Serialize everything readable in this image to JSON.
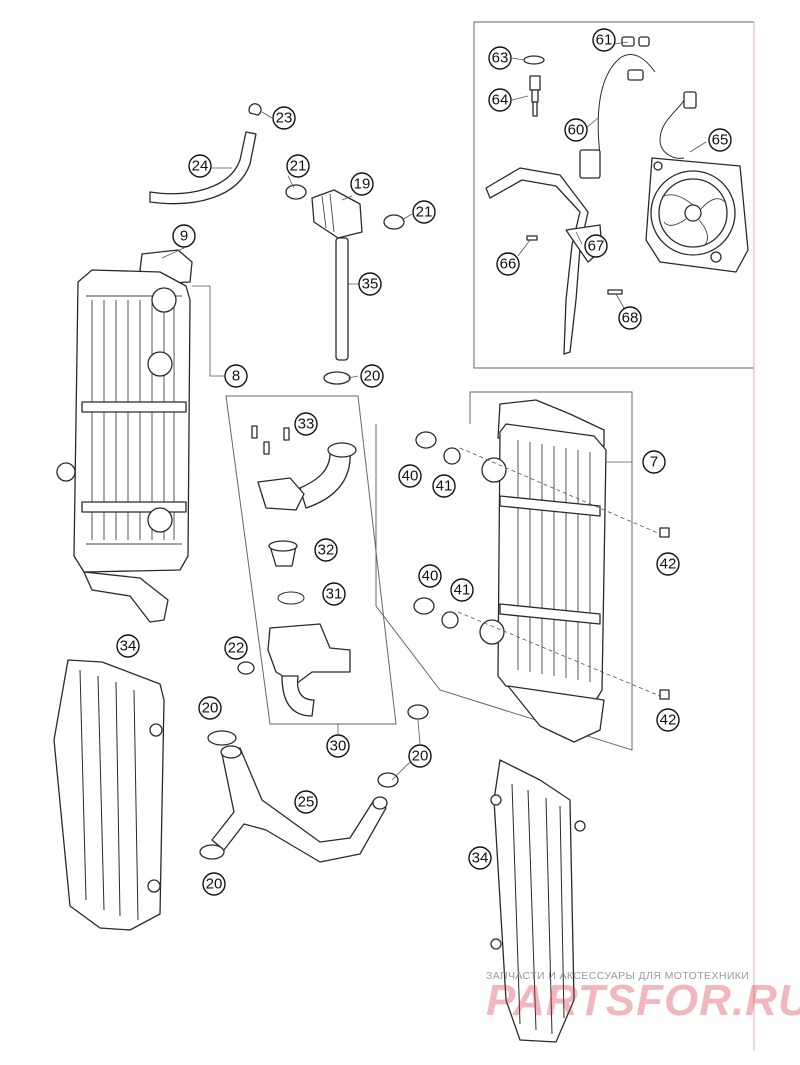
{
  "callouts": {
    "c61": "61",
    "c63": "63",
    "c64": "64",
    "c60": "60",
    "c65": "65",
    "c66": "66",
    "c67": "67",
    "c68": "68",
    "c23": "23",
    "c24": "24",
    "c21a": "21",
    "c19": "19",
    "c21b": "21",
    "c9": "9",
    "c35": "35",
    "c8": "8",
    "c20a": "20",
    "c33": "33",
    "c7": "7",
    "c40a": "40",
    "c41a": "41",
    "c42a": "42",
    "c32": "32",
    "c31": "31",
    "c40b": "40",
    "c41b": "41",
    "c34a": "34",
    "c22": "22",
    "c42b": "42",
    "c20b": "20",
    "c30": "30",
    "c20c": "20",
    "c25": "25",
    "c34b": "34",
    "c20d": "20"
  },
  "watermark": {
    "caption": "ЗАПЧАСТИ И АКСЕССУАРЫ ДЛЯ МОТОТЕХНИКИ",
    "logo": "PARTSFOR.RU"
  }
}
